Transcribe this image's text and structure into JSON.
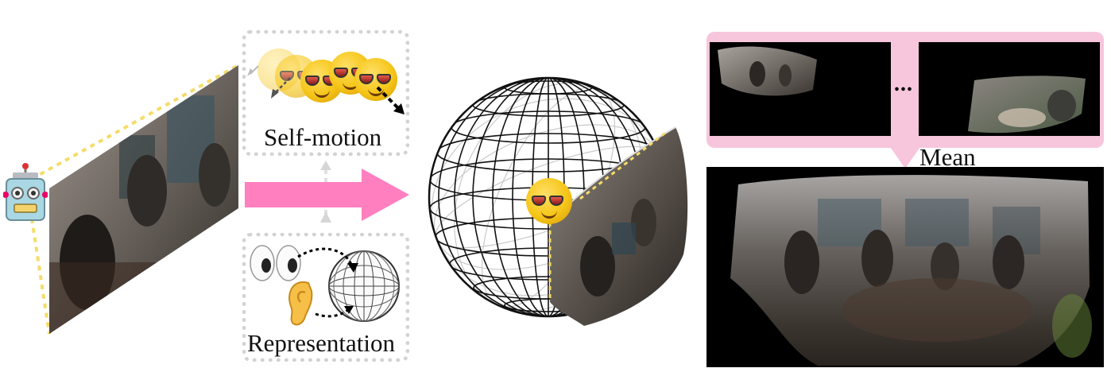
{
  "labels": {
    "self_motion": "Self-motion",
    "representation": "Representation",
    "mean": "Mean",
    "ellipsis": "..."
  },
  "colors": {
    "arrow_pink": "#ff7fbf",
    "frame_pink": "#f7c6dc",
    "dotted_yellow": "#f5dc6a",
    "dotted_gray": "#d3d3d3",
    "black_panel": "#000000"
  },
  "icons": {
    "agent": "robot-face-icon",
    "self_motion": "sunglasses-face-icon",
    "eyes": "eyes-icon",
    "ear": "ear-icon",
    "sphere": "wireframe-sphere-icon"
  }
}
